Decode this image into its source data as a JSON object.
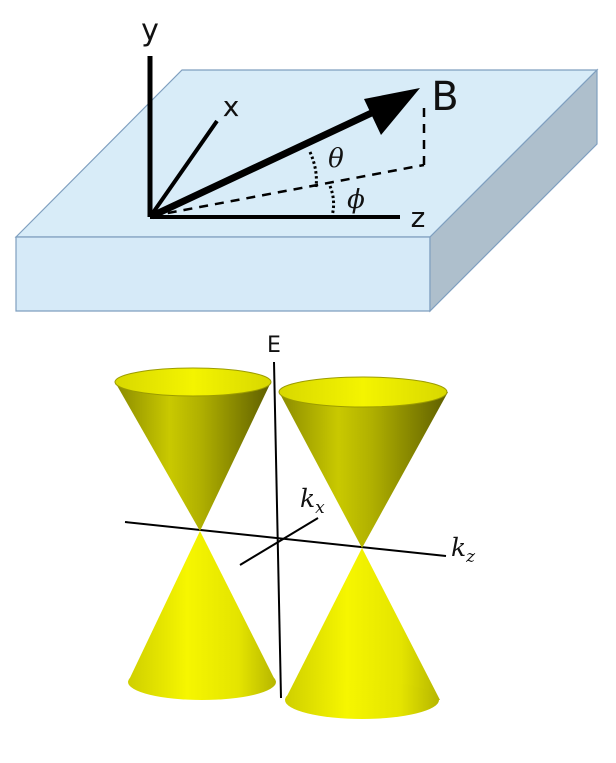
{
  "top_panel": {
    "slab_colors": {
      "top": "#d8ecf8",
      "front": "#d6eaf8",
      "side": "#aebfcc",
      "edge": "#7f9fbf"
    },
    "axes": {
      "y": "y",
      "x": "x",
      "z": "z"
    },
    "vector_label": "B",
    "angle_theta": "θ",
    "angle_phi": "ϕ"
  },
  "bottom_panel": {
    "energy_axis": "E",
    "kx_main": "k",
    "kx_sub": "x",
    "kz_main": "k",
    "kz_sub": "z",
    "cone_colors": {
      "light": "#f3f300",
      "mid": "#d6d600",
      "dark": "#6d6d00"
    }
  }
}
